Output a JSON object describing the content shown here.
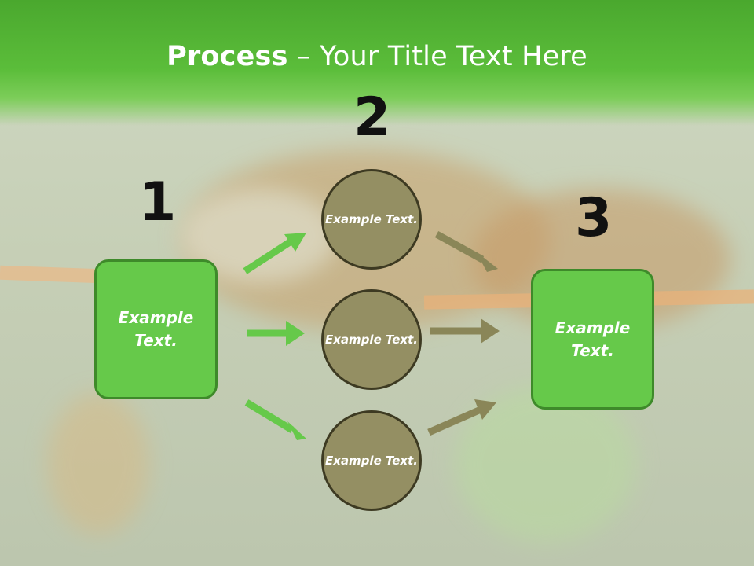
{
  "slide": {
    "title_bold": "Process",
    "title_rest": " – Your Title Text Here"
  },
  "steps": {
    "one": {
      "number": "1",
      "text": "Example Text."
    },
    "two": {
      "number": "2"
    },
    "three": {
      "number": "3",
      "text": "Example Text."
    }
  },
  "circles": [
    {
      "text": "Example Text."
    },
    {
      "text": "Example Text."
    },
    {
      "text": "Example Text."
    }
  ],
  "colors": {
    "green_box": "#66c94a",
    "olive_circle": "#948f63",
    "green_arrow": "#66c94a",
    "olive_arrow": "#8a8658"
  }
}
